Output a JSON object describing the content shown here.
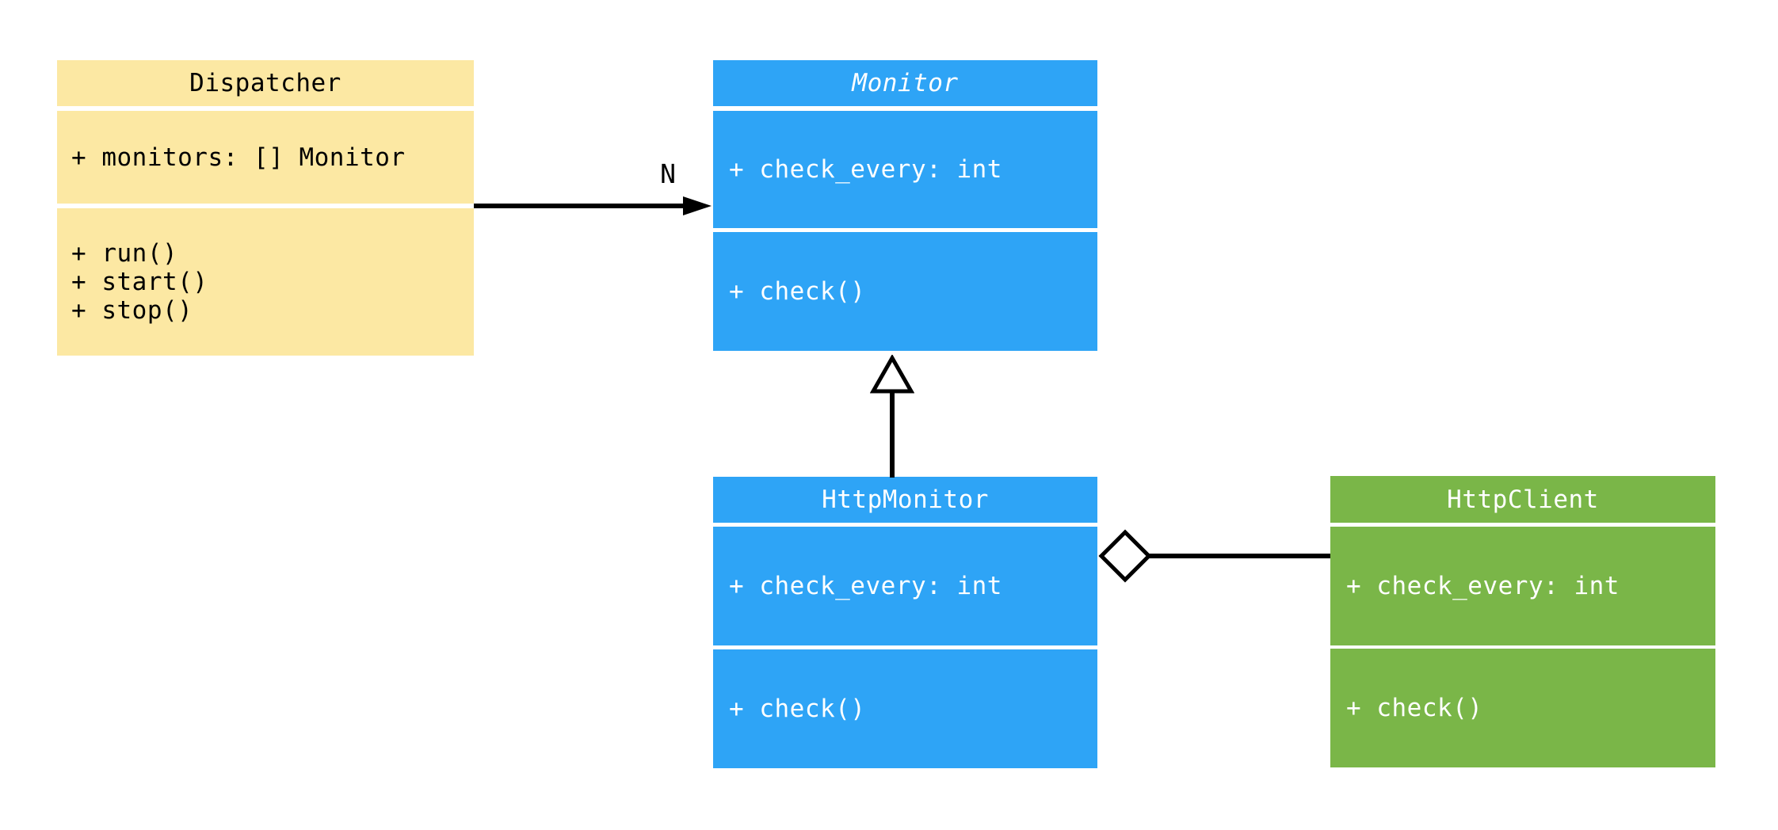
{
  "diagram": {
    "type": "uml-class-diagram",
    "background_color": "#FFFFFF",
    "line_color": "#000000",
    "classes": {
      "dispatcher": {
        "name": "Dispatcher",
        "abstract": false,
        "fill_color": "#FCE8A3",
        "text_color": "#000000",
        "attributes": [
          "+ monitors: [] Monitor"
        ],
        "methods": [
          "+ run()",
          "+ start()",
          "+ stop()"
        ]
      },
      "monitor": {
        "name": "Monitor",
        "abstract": true,
        "fill_color": "#2EA4F6",
        "text_color": "#FFFFFF",
        "attributes": [
          "+ check_every: int"
        ],
        "methods": [
          "+ check()"
        ]
      },
      "http_monitor": {
        "name": "HttpMonitor",
        "abstract": false,
        "fill_color": "#2EA4F6",
        "text_color": "#FFFFFF",
        "attributes": [
          "+ check_every: int"
        ],
        "methods": [
          "+ check()"
        ]
      },
      "http_client": {
        "name": "HttpClient",
        "abstract": false,
        "fill_color": "#7AB648",
        "text_color": "#FFFFFF",
        "attributes": [
          "+ check_every: int"
        ],
        "methods": [
          "+ check()"
        ]
      }
    },
    "relationships": [
      {
        "from": "Dispatcher",
        "to": "Monitor",
        "type": "directed-association",
        "multiplicity": "N"
      },
      {
        "from": "HttpMonitor",
        "to": "Monitor",
        "type": "generalization",
        "multiplicity": ""
      },
      {
        "from": "HttpMonitor",
        "to": "HttpClient",
        "type": "aggregation",
        "multiplicity": ""
      }
    ]
  }
}
